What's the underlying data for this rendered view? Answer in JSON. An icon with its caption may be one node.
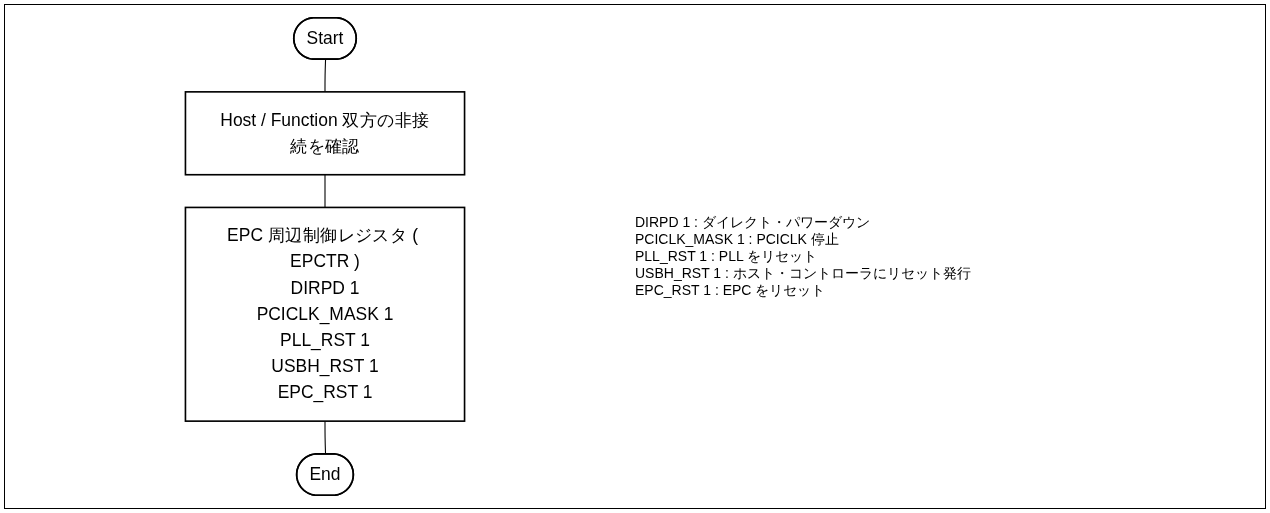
{
  "diagram": {
    "nodes": [
      {
        "text": [
          "Start"
        ]
      },
      {
        "text": [
          "Host / Function 双方の非接続を確認"
        ]
      },
      {
        "text": [
          "EPC 周辺制御レジスタ ( EPCTR )",
          "DIRPD 1",
          "PCICLK_MASK 1",
          "PLL_RST 1",
          "USBH_RST 1",
          "EPC_RST 1"
        ]
      },
      {
        "text": [
          "End"
        ]
      }
    ],
    "edges": [
      {
        "from": 0,
        "to": 1,
        "arrow": "none"
      },
      {
        "from": 1,
        "to": 2,
        "arrow": "none"
      },
      {
        "from": 2,
        "to": 3,
        "arrow": "none"
      }
    ],
    "labels": [
      "DIRPD 1 : ダイレクト・パワーダウン",
      "PCICLK_MASK 1 : PCICLK 停止",
      "PLL_RST 1 : PLL をリセット",
      "USBH_RST 1 : ホスト・コントローラにリセット発行",
      "EPC_RST 1 : EPC をリセット"
    ]
  }
}
